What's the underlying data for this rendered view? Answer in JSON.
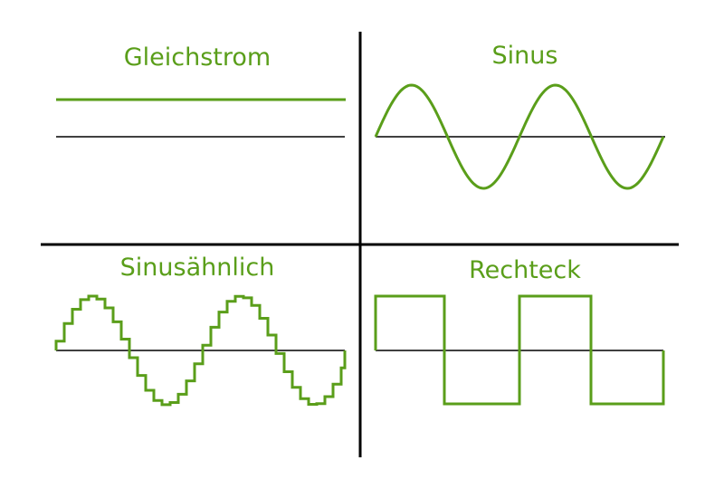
{
  "colors": {
    "signal": "#5a9e1a",
    "axis": "#000000"
  },
  "panels": [
    {
      "title": "Gleichstrom",
      "type": "dc"
    },
    {
      "title": "Sinus",
      "type": "sine"
    },
    {
      "title": "Sinusähnlich",
      "type": "stepped-sine"
    },
    {
      "title": "Rechteck",
      "type": "square"
    }
  ]
}
